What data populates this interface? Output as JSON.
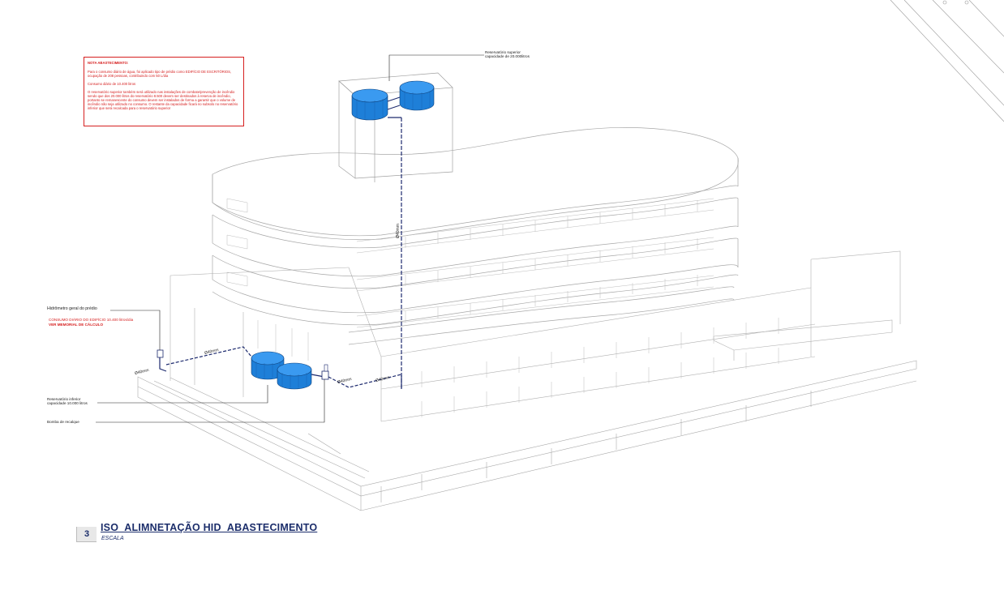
{
  "note": {
    "title": "NOTA ABASTECIMENTO:",
    "paragraph1": "Para  o consumo diário de água, foi aplicado tipo de prédio como EDIFÍCIO DE ESCRITÓRIOS, ocupação de 208 pessoas, contribuindo com 50 L/dia",
    "paragraph2": "Consumo diário de 10.400 litros",
    "paragraph3": "O reservatório superior também será utilizado nas instalações de combate/prevenção de incêndio sendo que dos 20.000 litros do reservatório 8.500 devem ser destinados à reserva de incêndio, portanto se remanescente do consumo devem ser instalados de forma a garantir que o volume de incêndio não seja utilizado no consumo. O restante da capacidade ficará no subsolo no reservatório inferior que será recalcada para o reservatório superior"
  },
  "labels": {
    "upper_reservoir": [
      "Reservatório superior",
      "capacidade de 20.000litros"
    ],
    "meter": "Hidrômetro geral do prédio",
    "meter_consumption": "CONSUMO DIÁRIO DO EDIFÍCIO 10.400 litros/dia",
    "meter_memorial": "VER MEMORIAL DE CÁLCULO",
    "lower_reservoir": [
      "Reservatório inferior",
      "capacidade 10.000 litros"
    ],
    "pump": "Bomba de recalque"
  },
  "dimensions": {
    "riser": "Ø40mm",
    "inlet_a": "Ø40mm",
    "inlet_b": "Ø40mm",
    "pump_out": "Ø40mm",
    "pump_to_riser": "Ø40mm"
  },
  "title_block": {
    "number": "3",
    "title": "ISO_ALIMNETAÇÃO HID_ABASTECIMENTO",
    "scale": "ESCALA"
  },
  "colors": {
    "tank_blue": "#1e7fd8",
    "pipe_blue": "#1d2a6e",
    "note_red": "#d62020",
    "title_navy": "#1c2e6b"
  }
}
